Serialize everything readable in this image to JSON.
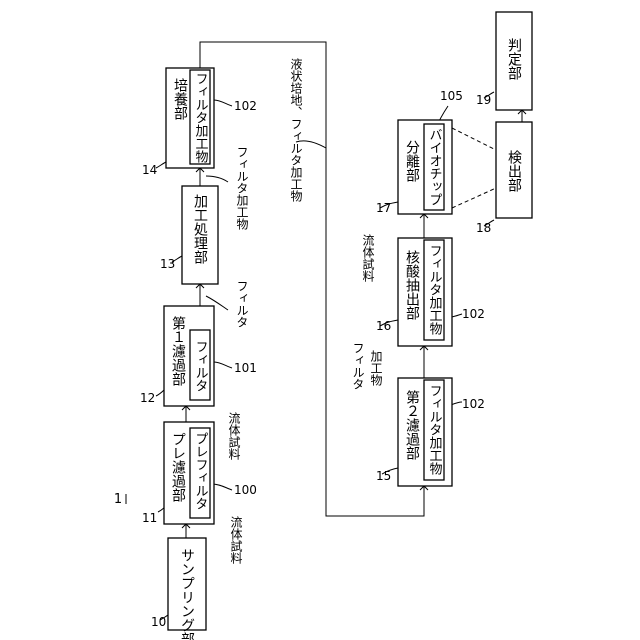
{
  "figure_label": "1",
  "blocks": {
    "sampling": {
      "num": "10",
      "text": "サンプリング部"
    },
    "pre_filter_unit": {
      "num": "11",
      "title": "プレ濾過部",
      "inner": "プレフィルタ",
      "inner_num": "100"
    },
    "first_filter_unit": {
      "num": "12",
      "title": "第１濾過部",
      "inner": "フィルタ",
      "inner_num": "101"
    },
    "processing": {
      "num": "13",
      "text": "加工処理部"
    },
    "culture": {
      "num": "14",
      "title": "培養部",
      "inner": "フィルタ加工物",
      "inner_num": "102"
    },
    "second_filter_unit": {
      "num": "15",
      "title": "第２濾過部",
      "inner": "フィルタ加工物",
      "inner_num": "102"
    },
    "nucleic_extraction": {
      "num": "16",
      "title": "核酸抽出部",
      "inner": "フィルタ加工物",
      "inner_num": "102"
    },
    "separation": {
      "num": "17",
      "title": "分離部",
      "inner": "バイオチップ",
      "inner_num": "105"
    },
    "detection": {
      "num": "18",
      "text": "検出部"
    },
    "judgment": {
      "num": "19",
      "text": "判定部"
    }
  },
  "flow_labels": {
    "fluid_sample_1": "流体試料",
    "fluid_sample_2": "流体試料",
    "fluid_sample_3": "流体試料",
    "filter": "フィルタ",
    "filter_product": "フィルタ加工物",
    "liquid_medium_and_filter_product": "液状培地、フィルタ加工物",
    "filter_product_split_1": "フィルタ",
    "filter_product_split_2": "加工物"
  }
}
